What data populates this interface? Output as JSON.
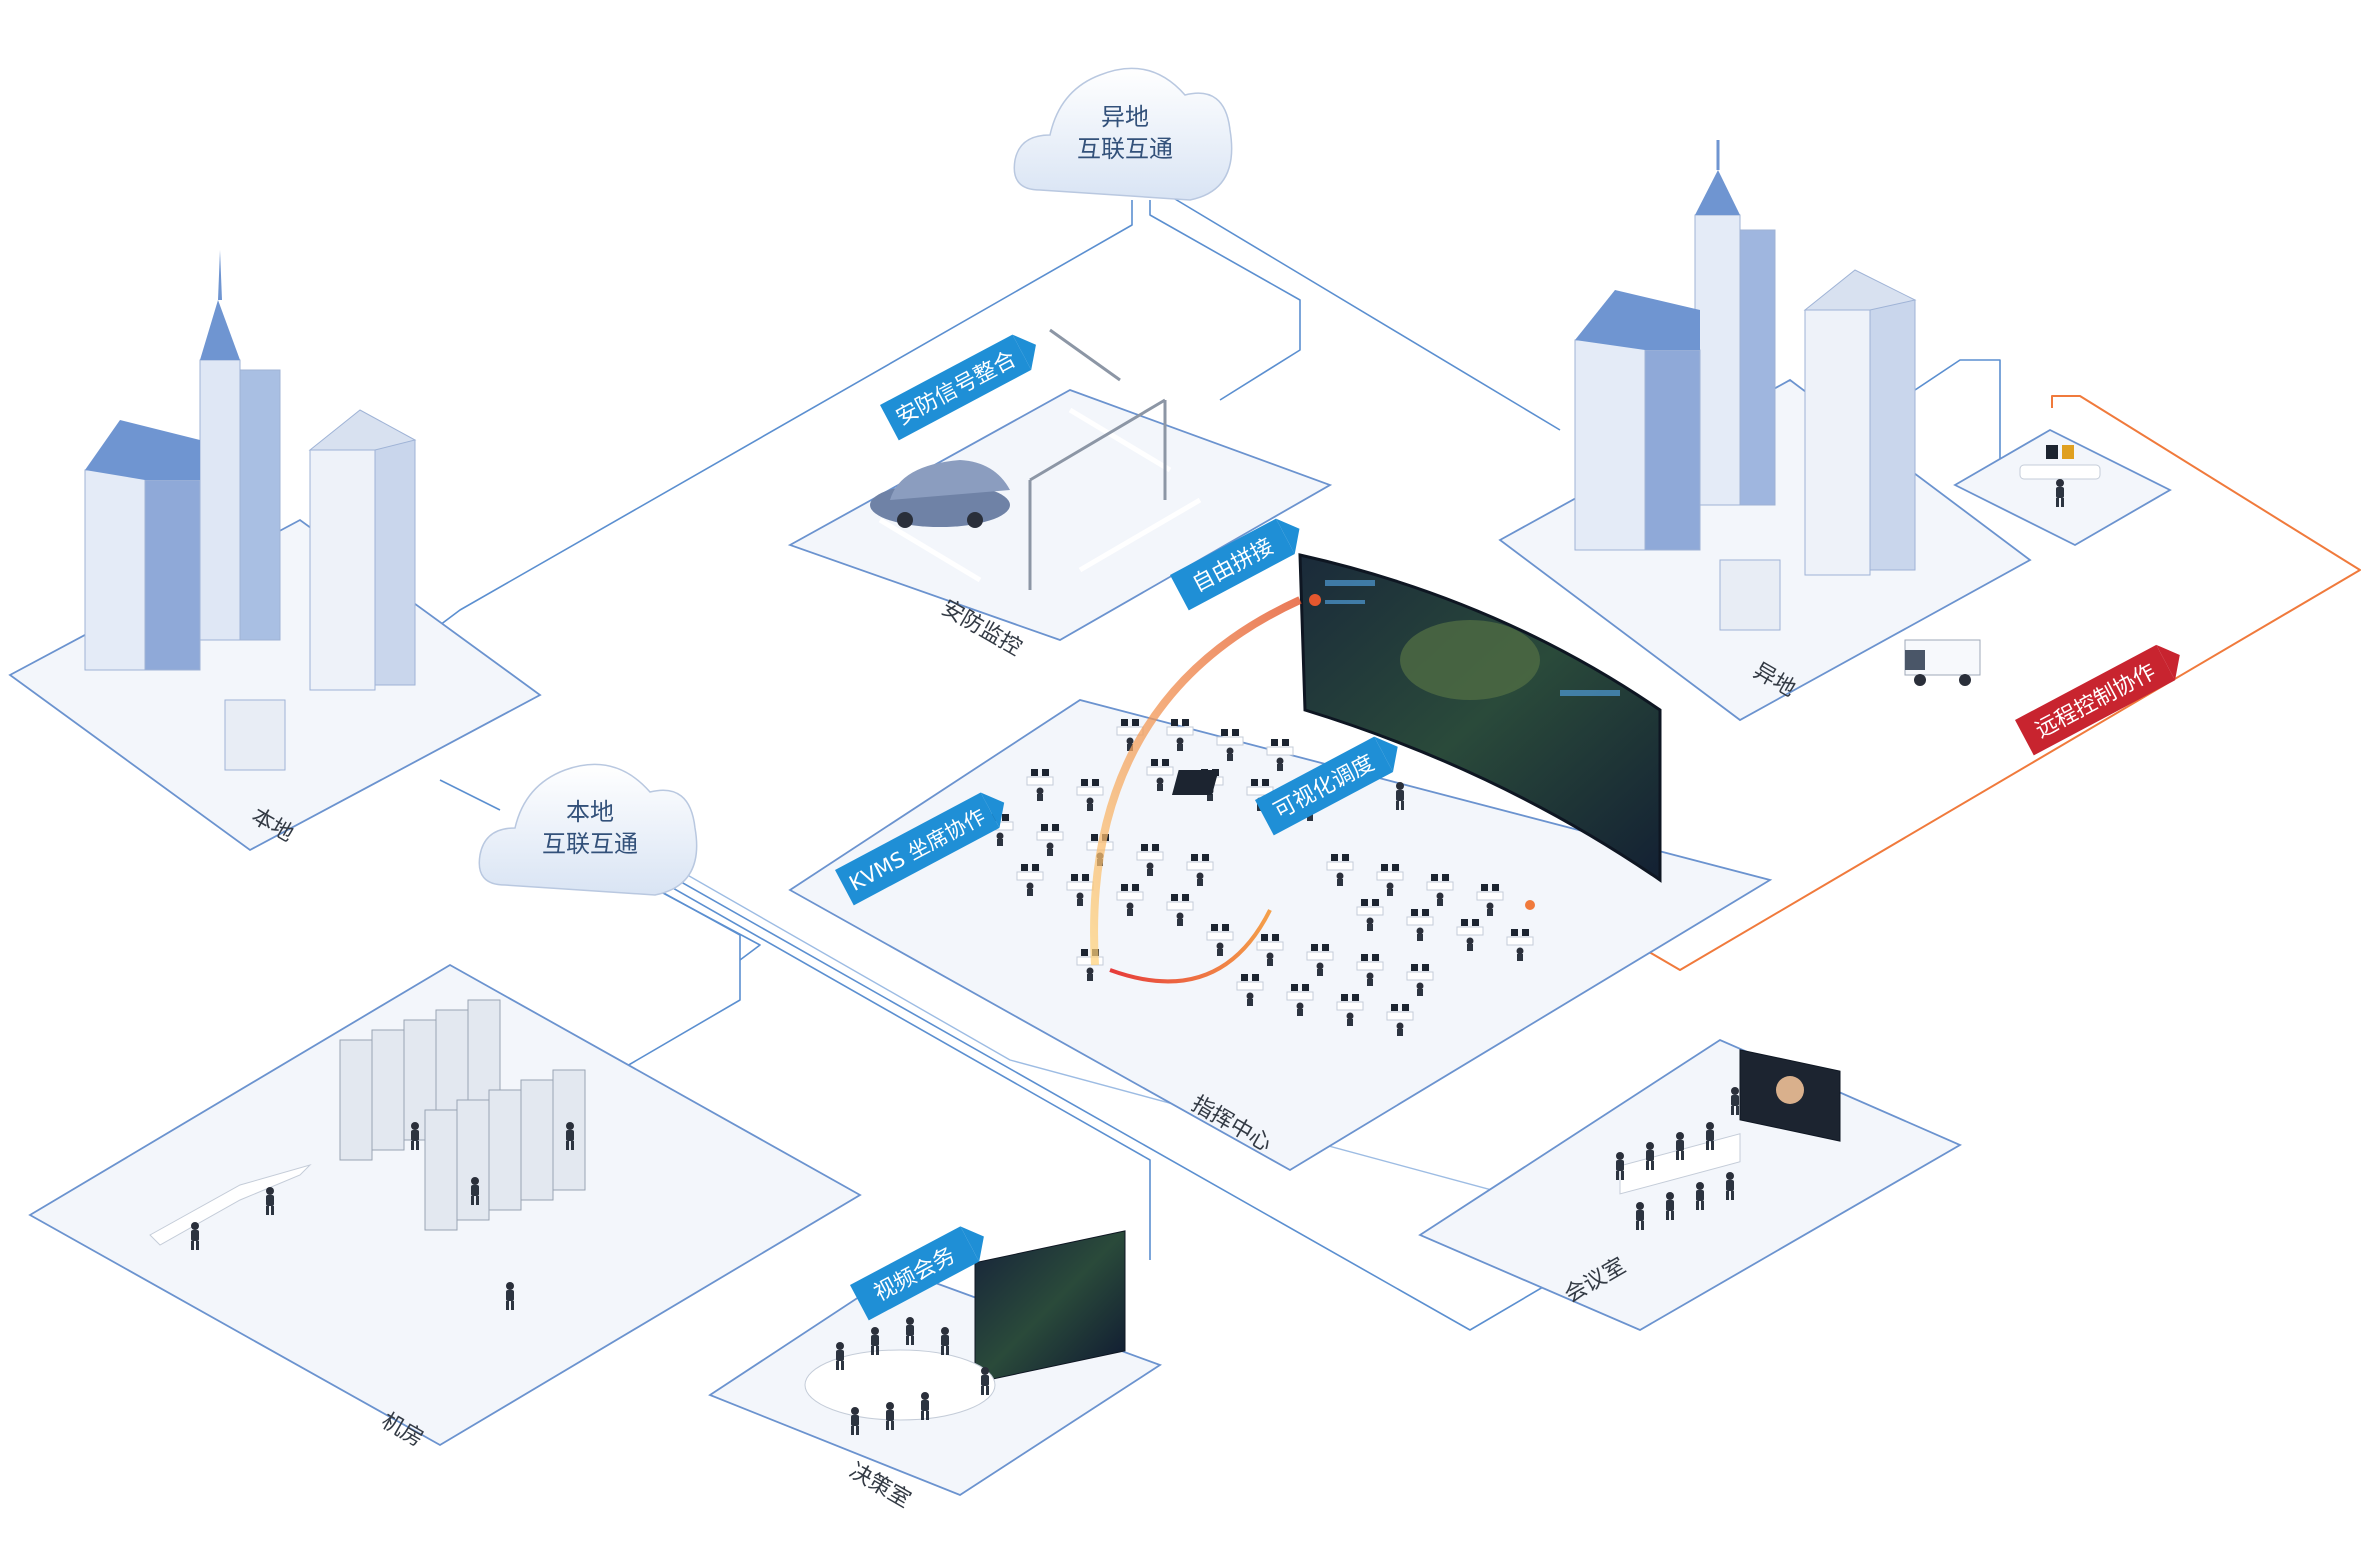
{
  "clouds": {
    "remote": {
      "line1": "异地",
      "line2": "互联互通"
    },
    "local": {
      "line1": "本地",
      "line2": "互联互通"
    }
  },
  "zones": {
    "local": "本地",
    "remote": "异地",
    "security": "安防监控",
    "command": "指挥中心",
    "server_room": "机房",
    "decision_room": "决策室",
    "meeting_room": "会议室"
  },
  "tags": {
    "security_signal": "安防信号整合",
    "free_splice": "自由拼接",
    "visual_dispatch": "可视化调度",
    "kvms": "KVMS 坐席协作",
    "video_meeting": "视频会务",
    "remote_control": "远程控制协作"
  },
  "colors": {
    "tag_blue": "#1f8fd6",
    "tag_red": "#c8242f",
    "line_blue": "#5b8fd0",
    "line_orange": "#f07a3c",
    "platform_fill": "#f3f6fb",
    "platform_edge": "#6b93cf",
    "building_blue": "#6f95d1",
    "label_gray": "#333a44"
  },
  "icons": {
    "cloud": "cloud-icon",
    "building": "building-icon",
    "car": "car-icon",
    "van": "van-icon",
    "server": "server-rack-icon",
    "person": "person-icon",
    "desk": "desk-icon",
    "video_wall": "video-wall-icon",
    "traffic_gantry": "traffic-gantry-icon"
  }
}
